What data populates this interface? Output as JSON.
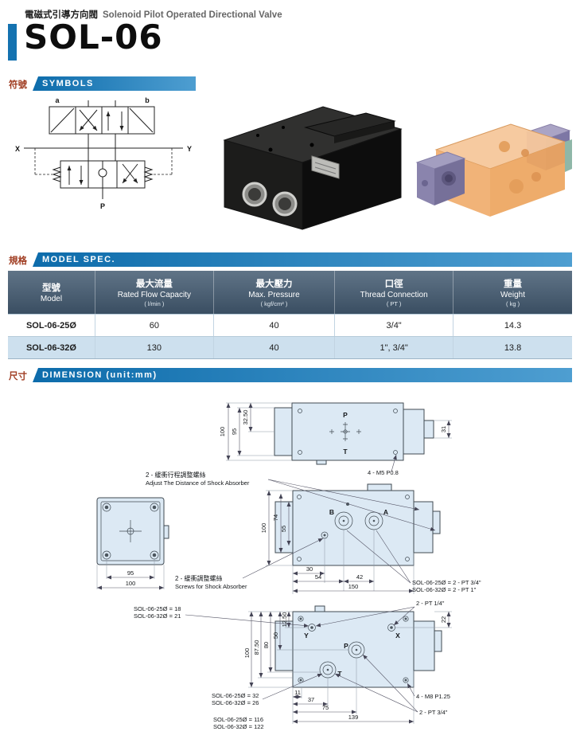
{
  "header": {
    "subtitle_zh": "電磁式引導方向閥",
    "subtitle_en": "Solenoid Pilot Operated Directional Valve",
    "title": "SOL-06"
  },
  "sections": {
    "symbols_zh": "符號",
    "symbols_en": "SYMBOLS",
    "spec_zh": "規格",
    "spec_en": "MODEL SPEC.",
    "dim_zh": "尺寸",
    "dim_en": "DIMENSION (unit:mm)"
  },
  "symbol": {
    "a": "a",
    "b": "b",
    "x": "X",
    "y": "Y",
    "p": "P"
  },
  "spec_table": {
    "headers": {
      "model_zh": "型號",
      "model_en": "Model",
      "flow_zh": "最大流量",
      "flow_en": "Rated Flow Capacity",
      "flow_unit": "( l/min )",
      "pressure_zh": "最大壓力",
      "pressure_en": "Max. Pressure",
      "pressure_unit": "( kgf/cm² )",
      "thread_zh": "口徑",
      "thread_en": "Thread Connection",
      "thread_unit": "( PT )",
      "weight_zh": "重量",
      "weight_en": "Weight",
      "weight_unit": "( kg )"
    },
    "rows": [
      {
        "model": "SOL-06-25Ø",
        "flow": "60",
        "pressure": "40",
        "thread": "3/4\"",
        "weight": "14.3"
      },
      {
        "model": "SOL-06-32Ø",
        "flow": "130",
        "pressure": "40",
        "thread": "1\", 3/4\"",
        "weight": "13.8"
      }
    ]
  },
  "dims": {
    "top": {
      "d100": "100",
      "d95": "95",
      "d3250": "32.50",
      "d31": "31",
      "p": "P",
      "t": "T",
      "note_m5": "4 - M5 P0.8"
    },
    "mid": {
      "note1_zh": "2 - 緩衝行程調整螺絲",
      "note1_en": "Adjust The Distance of Shock Absorber",
      "note2_zh": "2 - 緩衝調整螺絲",
      "note2_en": "Screws for Shock Absorber",
      "b": "B",
      "a": "A",
      "d74": "74",
      "d55": "55",
      "d100": "100",
      "d30": "30",
      "d54": "54",
      "d42": "42",
      "d150": "150",
      "lv_d95": "95",
      "lv_d100": "100",
      "pt_25": "SOL-06-25Ø = 2 - PT 3/4\"",
      "pt_32": "SOL-06-32Ø = 2 - PT 1\""
    },
    "bottom": {
      "n25_18": "SOL-06-25Ø = 18",
      "n32_21": "SOL-06-32Ø = 21",
      "pt14": "2 - PT 1/4\"",
      "d1250": "12.50",
      "d50": "50",
      "d80": "80",
      "d8750": "87.50",
      "d100": "100",
      "d22": "22",
      "y": "Y",
      "x": "X",
      "p": "P",
      "t": "T",
      "d11": "11",
      "d37": "37",
      "d75": "75",
      "d139": "139",
      "n25_32": "SOL-06-25Ø = 32",
      "n32_26": "SOL-06-32Ø = 26",
      "m8": "4 - M8 P1.25",
      "pt34": "2 - PT 3/4\"",
      "n25_116": "SOL-06-25Ø = 116",
      "n32_122": "SOL-06-32Ø = 122"
    }
  }
}
